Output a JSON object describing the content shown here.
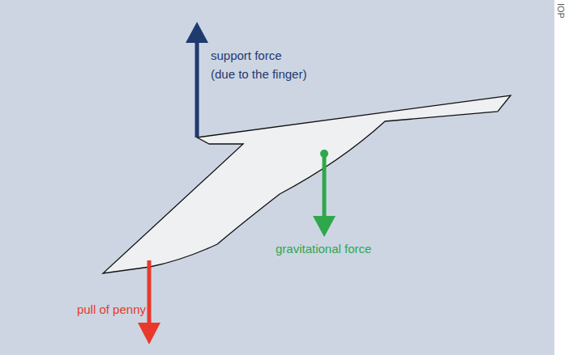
{
  "diagram": {
    "labels": [
      "support force (due to the finger)",
      "gravitational force",
      "pull of penny",
      "IOP"
    ]
  }
}
